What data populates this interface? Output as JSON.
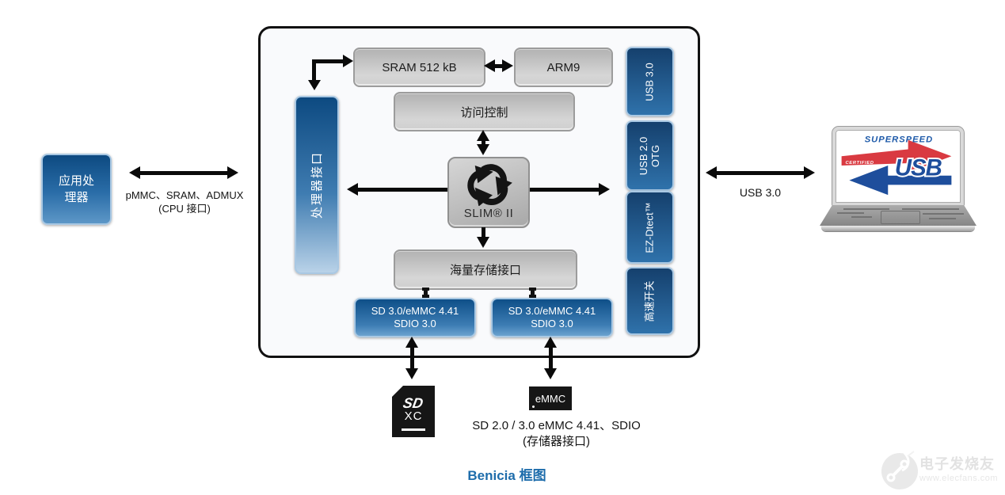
{
  "title": "Benicia 框图",
  "colors": {
    "caption_blue": "#1d6cab",
    "box_blue_dark": "#0d4a81",
    "box_blue_light": "#5d97c7",
    "logo_red": "#d93a41",
    "logo_blue": "#1e4e9c"
  },
  "left_side": {
    "app_processor": "应用处\n理器",
    "bus_label": "pMMC、SRAM、ADMUX",
    "bus_sublabel": "(CPU 接口)"
  },
  "chip": {
    "sram": "SRAM 512 kB",
    "cpu": "ARM9",
    "access_control": "访问控制",
    "processor_interface": "处理器接口",
    "switch_core": "SLIM® II",
    "mass_storage": "海量存储接口",
    "sd_ports": [
      {
        "line1": "SD 3.0/eMMC 4.41",
        "line2": "SDIO 3.0"
      },
      {
        "line1": "SD 3.0/eMMC 4.41",
        "line2": "SDIO 3.0"
      }
    ],
    "side_ports": [
      "USB 3.0",
      "USB 2.0\nOTG",
      "EZ-Dtect™",
      "高速开关"
    ]
  },
  "right_side": {
    "usb_label": "USB 3.0",
    "logo_superspeed": "SUPERSPEED",
    "logo_certified": "CERTIFIED",
    "logo_usb": "USB"
  },
  "storage": {
    "sd_card_sd": "SD",
    "sd_card_xc": "XC",
    "emmc": "eMMC",
    "label": "SD 2.0 / 3.0 eMMC 4.41、SDIO",
    "sublabel": "(存储器接口)"
  },
  "watermark": {
    "name": "电子发烧友",
    "url": "www.elecfans.com"
  }
}
